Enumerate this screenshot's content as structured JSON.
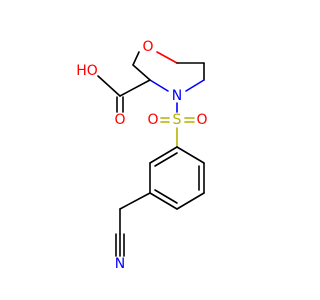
{
  "colors": {
    "carbon": "#000000",
    "oxygen": "#ff0000",
    "nitrogen": "#0000ff",
    "sulfur": "#b2b200"
  },
  "labels": {
    "ring_oxygen": "O",
    "ring_nitrogen": "N",
    "hydroxyl": "HO",
    "carbonyl_oxygen": "O",
    "sulfur": "S",
    "sulfonyl_oxygen_left": "O",
    "sulfonyl_oxygen_right": "O",
    "nitrile_nitrogen": "N"
  }
}
